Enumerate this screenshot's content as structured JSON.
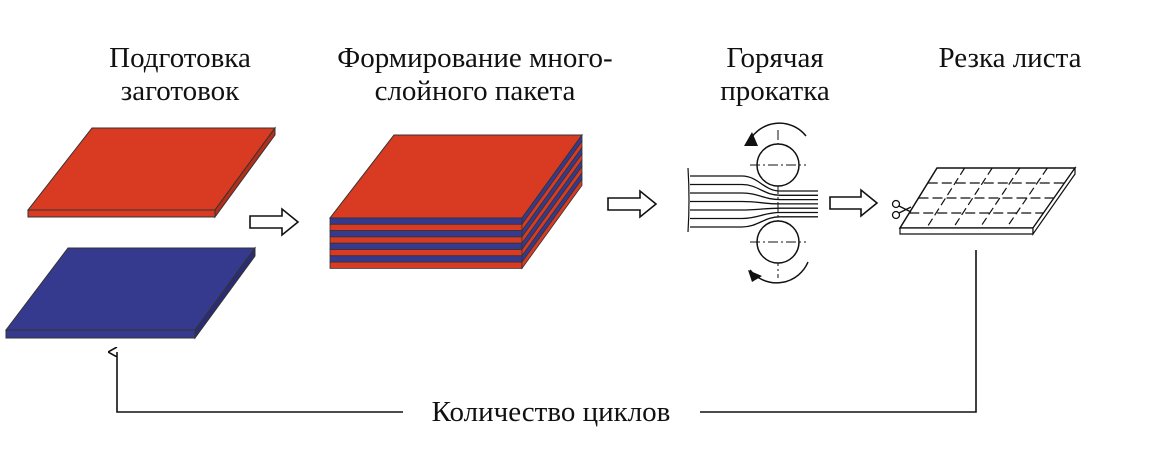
{
  "steps": [
    {
      "line1": "Подготовка",
      "line2": "заготовок"
    },
    {
      "line1": "Формирование много-",
      "line2": "слойного пакета"
    },
    {
      "line1": "Горячая",
      "line2": "прокатка"
    },
    {
      "line1": "Резка листа",
      "line2": ""
    }
  ],
  "cycle_label": "Количество циклов",
  "colors": {
    "red": "#d83a22",
    "blue": "#363a8e",
    "line": "#111111"
  }
}
